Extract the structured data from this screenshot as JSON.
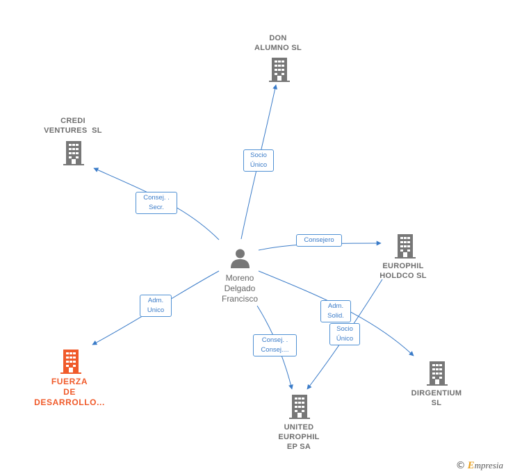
{
  "person": {
    "name_lines": [
      "Moreno",
      "Delgado",
      "Francisco"
    ],
    "icon": "person-icon"
  },
  "companies": [
    {
      "id": "don-alumno",
      "lines": [
        "DON",
        "ALUMNO SL"
      ],
      "icon": "building-icon"
    },
    {
      "id": "credi-ventures",
      "lines": [
        "CREDI",
        "VENTURES  SL"
      ],
      "icon": "building-icon"
    },
    {
      "id": "europhil-holdco",
      "lines": [
        "EUROPHIL",
        "HOLDCO SL"
      ],
      "icon": "building-icon"
    },
    {
      "id": "fuerza-desarrollo",
      "lines": [
        "FUERZA",
        "DE",
        "DESARROLLO..."
      ],
      "icon": "building-icon",
      "highlight_color": "#f05a2a"
    },
    {
      "id": "united-europhil",
      "lines": [
        "UNITED",
        "EUROPHIL",
        "EP SA"
      ],
      "icon": "building-icon"
    },
    {
      "id": "dirgentium",
      "lines": [
        "DIRGENTIUM",
        "SL"
      ],
      "icon": "building-icon"
    }
  ],
  "relations": [
    {
      "id": "rel-don-alumno",
      "lines": [
        "Socio",
        "Único"
      ]
    },
    {
      "id": "rel-credi",
      "lines": [
        "Consej. .",
        "Secr."
      ]
    },
    {
      "id": "rel-europhil-holdco",
      "lines": [
        "Consejero"
      ]
    },
    {
      "id": "rel-fuerza",
      "lines": [
        "Adm.",
        "Unico"
      ]
    },
    {
      "id": "rel-united",
      "lines": [
        "Consej. .",
        "Consej...."
      ]
    },
    {
      "id": "rel-dirgentium",
      "lines": [
        "Adm.",
        "Solid."
      ]
    },
    {
      "id": "rel-holdco-united",
      "lines": [
        "Socio",
        "Único"
      ]
    }
  ],
  "colors": {
    "edge": "#3a7bc8",
    "node": "#777777",
    "focus": "#f05a2a"
  },
  "footer": {
    "copyright": "©",
    "brand_initial": "E",
    "brand_rest": "mpresia"
  }
}
